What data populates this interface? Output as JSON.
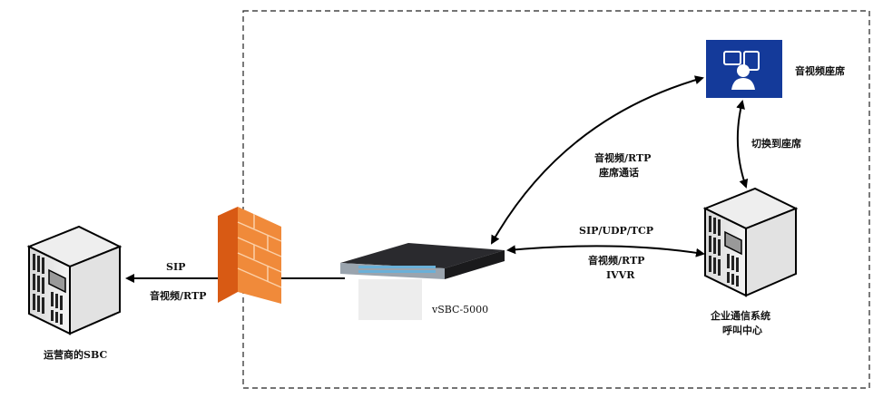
{
  "labels": {
    "agent": "音视频座席",
    "switch_to_agent": "切换到座席",
    "enterprise_line1": "企业通信系统",
    "enterprise_line2": "呼叫中心",
    "agent_link_line1": "音视频/RTP",
    "agent_link_line2": "座席通话",
    "enterprise_link_top": "SIP/UDP/TCP",
    "enterprise_link_line1": "音视频/RTP",
    "enterprise_link_line2": "IVVR",
    "sbc_device": "vSBC-5000",
    "carrier_link_top": "SIP",
    "carrier_link_bottom": "音视频/RTP",
    "carrier": "运营商的SBC"
  },
  "colors": {
    "agent_box": "#143a9a",
    "firewall": "#f07a2a"
  }
}
